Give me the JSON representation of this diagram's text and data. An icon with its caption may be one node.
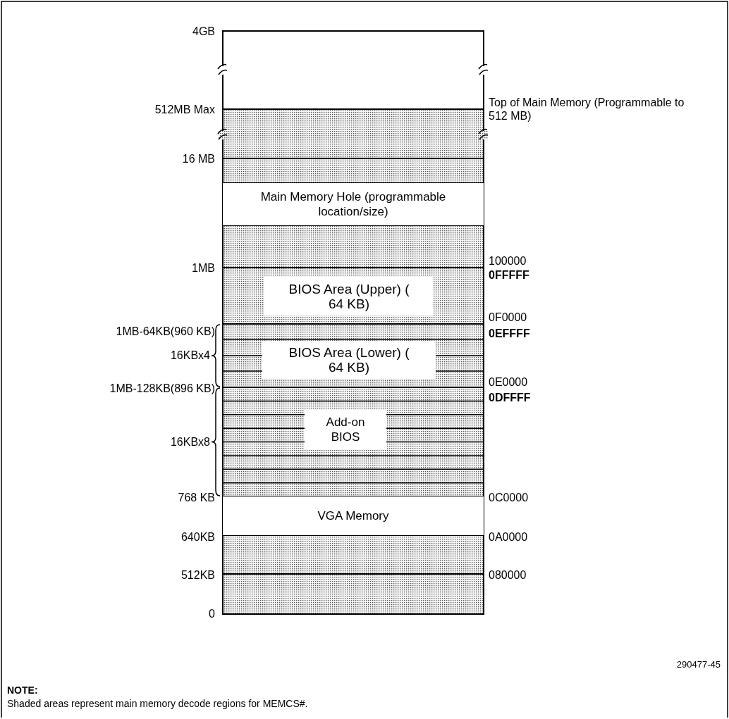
{
  "diagram": {
    "nodes": [
      {
        "text": [
          "Main Memory Hole (programmable location/size)"
        ]
      },
      {
        "text": [
          "BIOS Area (Upper) ( 64 KB)"
        ]
      },
      {
        "text": [
          "BIOS Area (Lower) ( 64 KB)"
        ]
      },
      {
        "text": [
          "Add-on BIOS"
        ]
      },
      {
        "text": [
          "VGA Memory"
        ]
      }
    ],
    "edges": [],
    "labels": [
      "4GB",
      "512MB Max",
      "Top of Main Memory (Programmable to 512 MB)",
      "16 MB",
      "1MB",
      "100000",
      "0FFFFF",
      "0F0000",
      "1MB-64KB(960 KB)",
      "0EFFFF",
      "16KBx4",
      "1MB-128KB(896 KB)",
      "0E0000",
      "0DFFFF",
      "16KBx8",
      "768 KB",
      "0C0000",
      "640KB",
      "0A0000",
      "512KB",
      "080000",
      "0",
      "290477-45",
      "NOTE:",
      "Shaded areas represent main memory decode regions for MEMCS#."
    ]
  }
}
